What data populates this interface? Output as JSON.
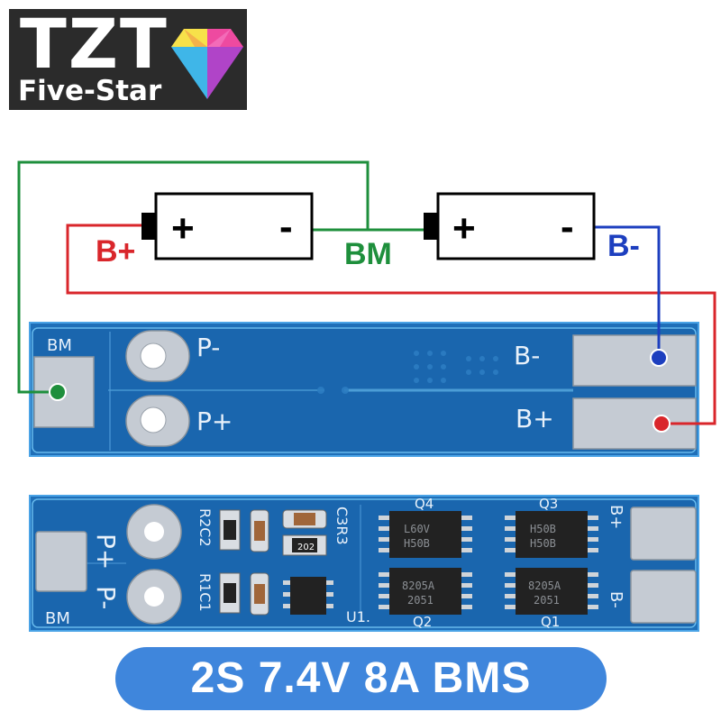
{
  "logo": {
    "main": "TZT",
    "sub": "Five-Star"
  },
  "diagram": {
    "plus": "+",
    "minus": "-",
    "b_plus_label": "B+",
    "bm_label": "BM",
    "b_minus_label": "B-",
    "colors": {
      "red": "#d9262b",
      "green": "#1e8f3c",
      "blue": "#1d3fbf"
    }
  },
  "board_top": {
    "bm": "BM",
    "p_minus": "P-",
    "p_plus": "P+",
    "b_minus": "B-",
    "b_plus": "B+"
  },
  "board_bottom": {
    "p_plus": "P+",
    "p_minus": "P-",
    "bm": "BM",
    "b_plus": "B+",
    "b_minus": "B-",
    "r2c2": "R2C2",
    "r1c1": "R1C1",
    "c3r3": "C3R3",
    "u1": "U1.",
    "q4": "Q4",
    "q3": "Q3",
    "q2": "Q2",
    "q1": "Q1",
    "res_code": "202",
    "chip_top_left": [
      "L60V",
      "H50B"
    ],
    "chip_top_right": [
      "H50B",
      "H50B"
    ],
    "chip_bot_left": [
      "8205A",
      "2051"
    ],
    "chip_bot_right": [
      "8205A",
      "2051"
    ]
  },
  "banner": {
    "text": "2S 7.4V 8A BMS"
  }
}
